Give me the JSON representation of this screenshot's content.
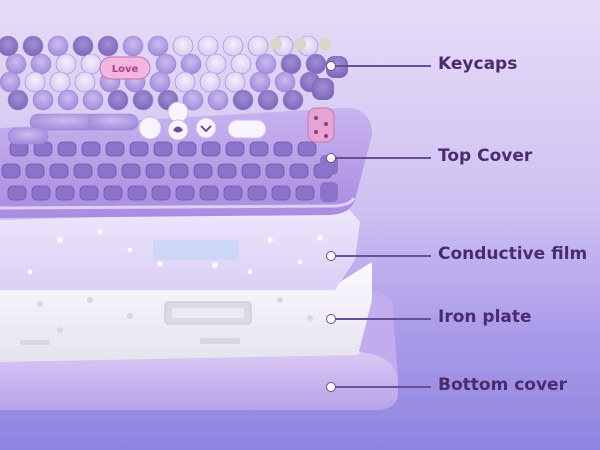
{
  "labels": {
    "keycaps": "Keycaps",
    "top_cover": "Top Cover",
    "conductive_film": "Conductive film",
    "iron_plate": "Iron plate",
    "bottom_cover": "Bottom cover"
  },
  "keycap_badge": "Love",
  "colors": {
    "label_text": "#4a2c6e",
    "leader_line": "#6b4f95",
    "key_dark": "#8f7bc9",
    "key_mid": "#b7a4e6",
    "key_light": "#e3d8f7",
    "key_white": "#f6f3fc",
    "accent_pink": "#e6a3d6",
    "top_cover": "#b99fe8",
    "film": "#e8e0fa",
    "iron_plate": "#f2f0f4",
    "bottom_cover": "#c9b6ee"
  }
}
